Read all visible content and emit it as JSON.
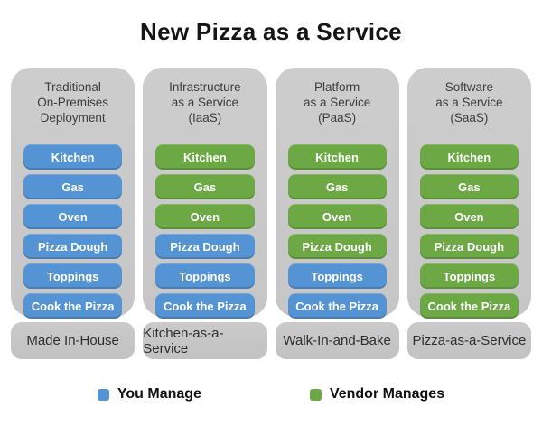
{
  "title": "New Pizza as a Service",
  "colors": {
    "you_manage": "#5594d4",
    "vendor_manages": "#6ca844",
    "panel_gray": "#c9c9c9",
    "label_gray": "#c6c6c6"
  },
  "items": [
    "Kitchen",
    "Gas",
    "Oven",
    "Pizza Dough",
    "Toppings",
    "Cook the Pizza"
  ],
  "columns": [
    {
      "header": "Traditional\nOn-Premises\nDeployment",
      "label": "Made In-House",
      "item_owners": [
        "you_manage",
        "you_manage",
        "you_manage",
        "you_manage",
        "you_manage",
        "you_manage"
      ]
    },
    {
      "header": "Infrastructure\nas a Service\n(IaaS)",
      "label": "Kitchen-as-a-Service",
      "item_owners": [
        "vendor_manages",
        "vendor_manages",
        "vendor_manages",
        "you_manage",
        "you_manage",
        "you_manage"
      ]
    },
    {
      "header": "Platform\nas a Service\n(PaaS)",
      "label": "Walk-In-and-Bake",
      "item_owners": [
        "vendor_manages",
        "vendor_manages",
        "vendor_manages",
        "vendor_manages",
        "you_manage",
        "you_manage"
      ]
    },
    {
      "header": "Software\nas a Service\n(SaaS)",
      "label": "Pizza-as-a-Service",
      "item_owners": [
        "vendor_manages",
        "vendor_manages",
        "vendor_manages",
        "vendor_manages",
        "vendor_manages",
        "vendor_manages"
      ]
    }
  ],
  "legend": [
    {
      "label": "You Manage",
      "color_key": "you_manage"
    },
    {
      "label": "Vendor Manages",
      "color_key": "vendor_manages"
    }
  ]
}
